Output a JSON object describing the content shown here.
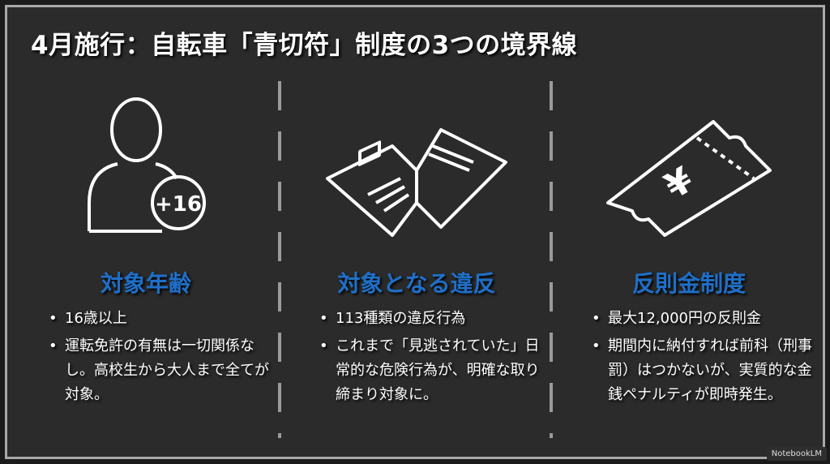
{
  "title": "4月施行：自転車「青切符」制度の3つの境界線",
  "columns": [
    {
      "heading": "対象年齢",
      "badge": "+16",
      "icon": "person-icon",
      "bullets": [
        "16歳以上",
        "運転免許の有無は一切関係なし。高校生から大人まで全てが対象。"
      ]
    },
    {
      "heading": "対象となる違反",
      "icon": "open-book-icon",
      "bullets": [
        "113種類の違反行為",
        "これまで「見逃されていた」日常的な危険行為が、明確な取り締まり対象に。"
      ]
    },
    {
      "heading": "反則金制度",
      "icon": "yen-ticket-icon",
      "bullets": [
        "最大12,000円の反則金",
        "期間内に納付すれば前科（刑事罰）はつかないが、実質的な金銭ペナルティが即時発生。"
      ]
    }
  ],
  "watermark": "NotebookLM",
  "colors": {
    "accent": "#1f6fc8",
    "background": "#2b2b2b"
  }
}
